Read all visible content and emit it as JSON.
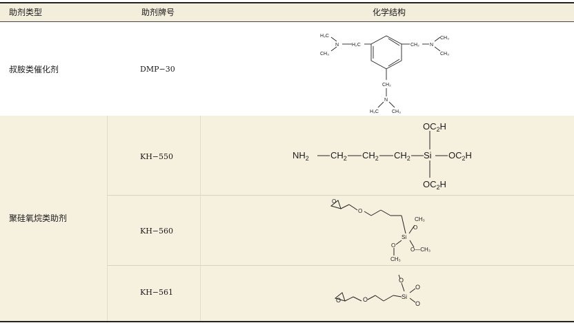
{
  "header": {
    "col1": "助剂类型",
    "col2": "助剂牌号",
    "col3": "化学结构"
  },
  "rows": [
    {
      "type": "叔胺类催化剂",
      "grade": "DMP−30"
    },
    {
      "type": "聚硅氧烷类助剂",
      "grade": "KH−550"
    },
    {
      "type": "",
      "grade": "KH−560"
    },
    {
      "type": "",
      "grade": "KH−561"
    }
  ],
  "structures": {
    "dmp30": {
      "h3c": "H₃C",
      "ch3": "CH₃",
      "n": "N",
      "h2c": "H₂C",
      "ch2": "CH₂"
    },
    "kh550": {
      "nh2": "NH",
      "sub2": "2",
      "ch2": "CH",
      "si": "Si",
      "oc2h5": "OC",
      "h5": "H"
    },
    "kh560": {
      "o": "O",
      "ch3": "CH₃",
      "si": "Si",
      "och3": "O—CH₃"
    },
    "kh561": {
      "o": "O",
      "si": "Si"
    }
  }
}
